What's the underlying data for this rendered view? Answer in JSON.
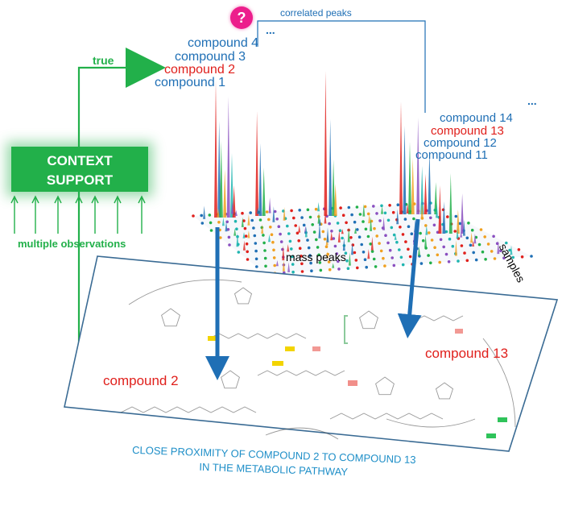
{
  "question_mark": "?",
  "top": {
    "correlated_label": "correlated peaks",
    "ellipsis_left": "...",
    "ellipsis_right": "...",
    "true_label": "true"
  },
  "left_group": {
    "compound4": "compound 4",
    "compound3": "compound 3",
    "compound2": "compound 2",
    "compound1": "compound 1"
  },
  "right_group": {
    "compound14": "compound 14",
    "compound13": "compound 13",
    "compound12": "compound 12",
    "compound11": "compound 11"
  },
  "context": {
    "line1": "CONTEXT",
    "line2": "SUPPORT",
    "observations": "multiple observations"
  },
  "axes": {
    "mass_peaks": "mass peaks",
    "samples": "samples"
  },
  "pathway": {
    "compound2": "compound 2",
    "compound13": "compound 13"
  },
  "caption": {
    "line1": "CLOSE PROXIMITY OF COMPOUND 2  TO COMPOUND 13",
    "line2": "IN THE METABOLIC PATHWAY"
  },
  "colors": {
    "blue": "#1f6fb5",
    "red": "#e0201c",
    "green": "#22b04a",
    "magenta": "#ec1e8c",
    "arrow_blue": "#1f6fb5"
  }
}
